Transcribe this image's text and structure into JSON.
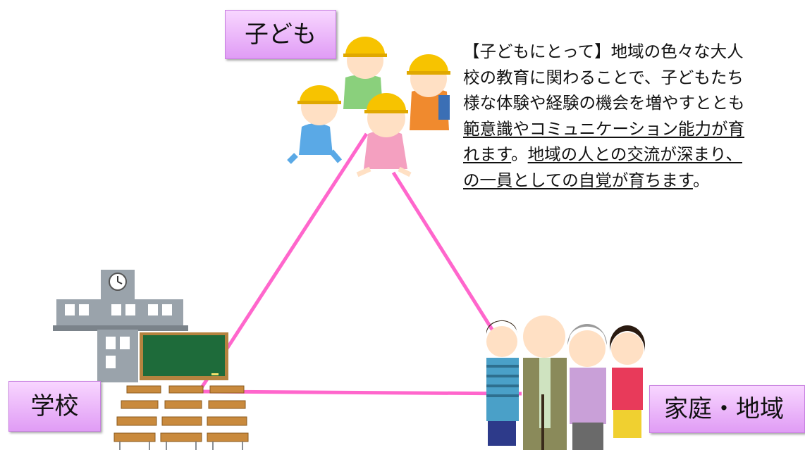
{
  "nodes": {
    "child": "子ども",
    "school": "学校",
    "home": "家庭・地域"
  },
  "description": {
    "line1": "【子どもにとって】地域の色々な大人",
    "line2": "校の教育に関わることで、子どもたち",
    "line3": "様な体験や経験の機会を増やすととも",
    "line4": "範意識やコミュニケーション能力が育",
    "line5_a": "れます",
    "line5_b": "。",
    "line5_c": "地域の人との交流が深まり、",
    "line6": "の一員としての自覚が育ちます",
    "line6_end": "。"
  },
  "colors": {
    "connector": "#ff66cc",
    "label_fill": "#e8b0f7"
  }
}
